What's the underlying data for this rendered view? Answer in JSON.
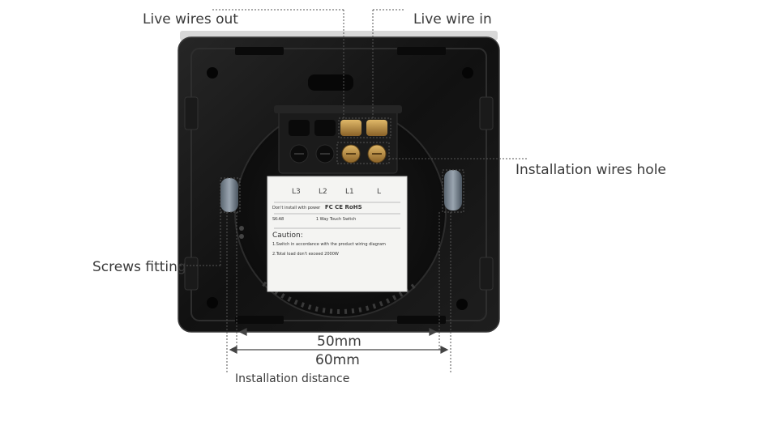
{
  "callouts": {
    "live_wires_out": "Live wires out",
    "live_wire_in": "Live wire in",
    "installation_wires_hole": "Installation wires hole",
    "screws_fitting": "Screws fitting",
    "installation_distance": "Installation distance"
  },
  "dimensions": {
    "inner": "50mm",
    "outer": "60mm"
  },
  "terminal_labels": [
    "L3",
    "L2",
    "L1",
    "L"
  ],
  "sticker": {
    "warning_line": "Don't install with power",
    "certifications": "FC CE RoHS",
    "model_line": "SK-A8",
    "model_suffix": "1 Way Touch Switch",
    "caution_title": "Caution:",
    "caution_1": "1.Switch in accordance with the product wiring diagram",
    "caution_2": "2.Total load don't exceed 2000W"
  },
  "colors": {
    "plate": "#141414",
    "plate_edge": "#2a2a2a",
    "sticker": "#f4f4f2",
    "terminal_block": "#1c1c1c",
    "brass": "#c89a4a",
    "dotted_line": "#555555"
  }
}
